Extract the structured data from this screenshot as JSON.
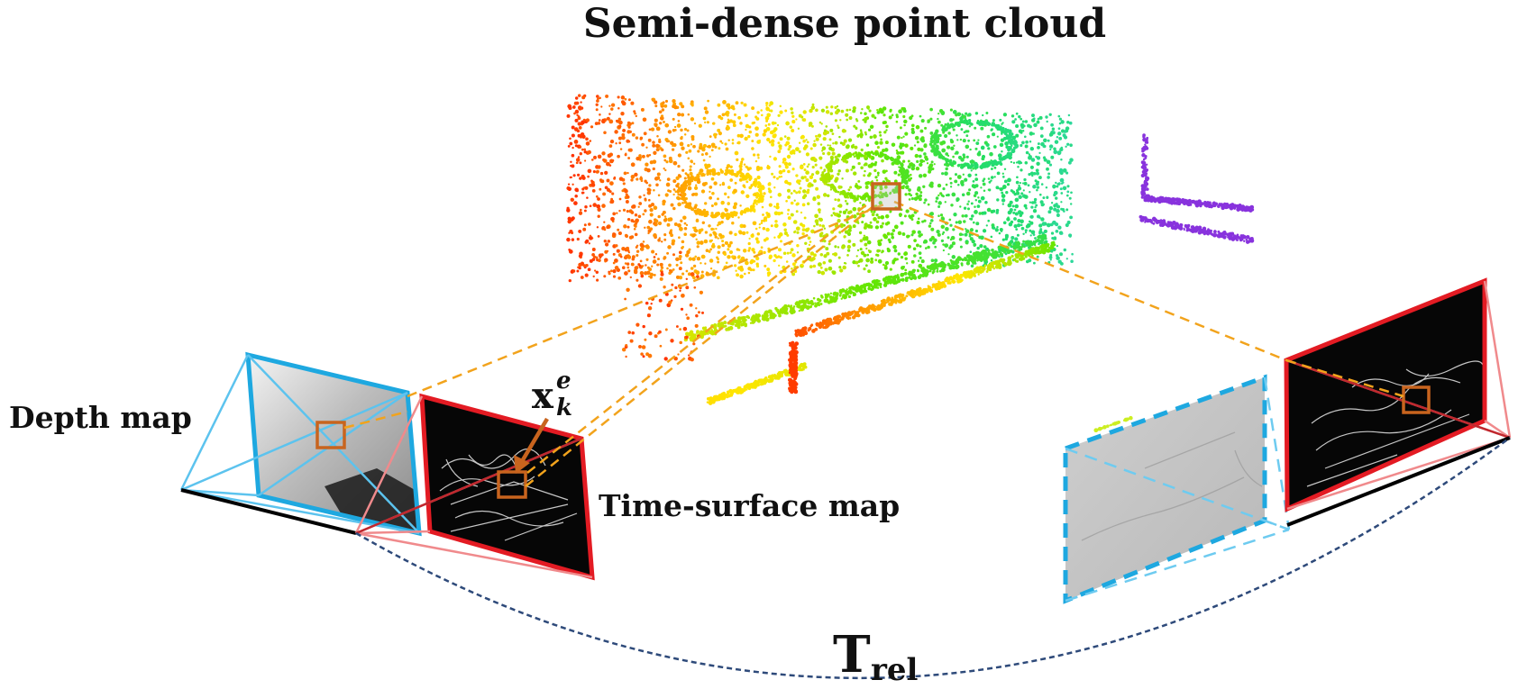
{
  "title": "Semi-dense point cloud",
  "labels": {
    "depth_map": "Depth map",
    "time_surface_map": "Time-surface map",
    "point_symbol": "x",
    "point_superscript": "e",
    "point_subscript": "k",
    "transform_symbol": "T",
    "transform_subscript": "rel"
  },
  "colors": {
    "depth_frame": "#1ea8e0",
    "time_surface_frame": "#e31b23",
    "projection_line": "#f2a31c",
    "feature_box": "#c8641e",
    "transform_arc": "#2e4a7a",
    "camera_base": "#000000",
    "point_cloud_gradient": [
      "#ff3300",
      "#ff9900",
      "#ffe600",
      "#66e600",
      "#22dd66",
      "#2ed8a0",
      "#8833dd"
    ]
  },
  "icons": {
    "feature_marker": "orange-square-marker",
    "pointer": "orange-arrow"
  }
}
